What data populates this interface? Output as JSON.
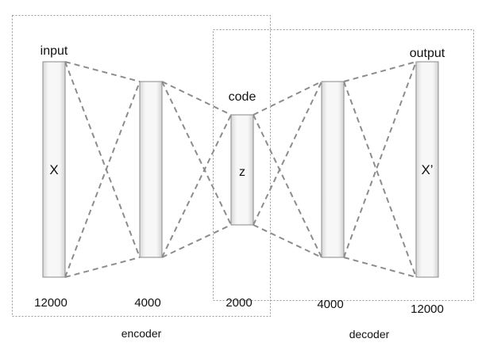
{
  "diagram": {
    "regions": {
      "encoder": "encoder",
      "decoder": "decoder"
    },
    "layers": [
      {
        "id": "input",
        "title": "input",
        "symbol": "X",
        "size": "12000"
      },
      {
        "id": "enc",
        "title": "",
        "symbol": "",
        "size": "4000"
      },
      {
        "id": "code",
        "title": "code",
        "symbol": "z",
        "size": "2000"
      },
      {
        "id": "dec",
        "title": "",
        "symbol": "",
        "size": "4000"
      },
      {
        "id": "output",
        "title": "output",
        "symbol": "X’",
        "size": "12000"
      }
    ],
    "colors": {
      "box_border": "#8a8a8a",
      "dashed_line": "#8c8c8c",
      "region_border": "#9a9a9a",
      "text": "#111111"
    }
  }
}
